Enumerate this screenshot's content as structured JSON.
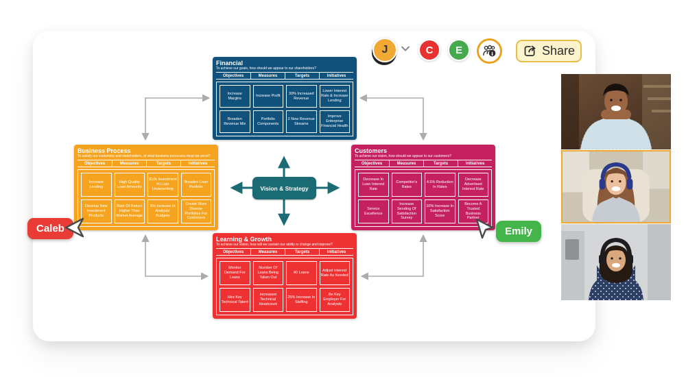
{
  "header": {
    "share_label": "Share",
    "avatars": [
      {
        "initial": "J",
        "color": "#f1a933",
        "has_dropdown": true
      },
      {
        "initial": "C",
        "color": "#e73231",
        "has_dropdown": false
      },
      {
        "initial": "E",
        "color": "#46a94d",
        "has_dropdown": false
      }
    ],
    "observer_icon": "group-info-icon",
    "accent_gold": "#eaa31f"
  },
  "cursors": [
    {
      "name": "Caleb",
      "color": "#e93c36"
    },
    {
      "name": "Emily",
      "color": "#44b54a"
    }
  ],
  "diagram": {
    "center": {
      "label": "Vision & Strategy",
      "color": "#1a6b74"
    },
    "connector_color": "#ababab",
    "quadrants": [
      {
        "id": "financial",
        "title": "Financial",
        "subtitle": "To achieve our goals, how should we appear to our shareholders?",
        "color": "#11527d",
        "columns": [
          "Objectives",
          "Measures",
          "Targets",
          "Initiatives"
        ],
        "rows": [
          [
            "Increase Margins",
            "Increase Profit",
            "30% Increased Revenue",
            "Lower Interest Rate & Increase Lending"
          ],
          [
            "Broaden Revenue Mix",
            "Portfolio Components",
            "2 New Revenue Streams",
            "Improve Enterprise Financial Health"
          ]
        ]
      },
      {
        "id": "business",
        "title": "Business Process",
        "subtitle": "To satisfy our customers and stakeholders, at what business processes must we excel?",
        "color": "#f6a41f",
        "columns": [
          "Objectives",
          "Measures",
          "Targets",
          "Initiatives"
        ],
        "rows": [
          [
            "Increase Lending",
            "High Quality Loan Amounts",
            "$10k Investment In Loan Underwriting",
            "Broaden Loan Portfolio"
          ],
          [
            "Develop New Investment Products",
            "Rate Of Return Higher Than Market Average",
            "5% Increase In Analysts' Budgets",
            "Create More Diverse Portfolios For Customers"
          ]
        ]
      },
      {
        "id": "customers",
        "title": "Customers",
        "subtitle": "To achieve our vision, how should we appear to our customers?",
        "color": "#c52060",
        "columns": [
          "Objectives",
          "Measures",
          "Targets",
          "Initiatives"
        ],
        "rows": [
          [
            "Decrease In Loan Interest Rate",
            "Competitor's Rates",
            "4.5% Reduction In Rates",
            "Decrease Advertised Interest Rate"
          ],
          [
            "Service Excellence",
            "Increase Sending Of Satisfaction Survey",
            "10% Increase In Satisfaction Score",
            "Become A Trusted Business Partner"
          ]
        ]
      },
      {
        "id": "learning",
        "title": "Learning & Growth",
        "subtitle": "To achieve our vision, how will we sustain our ability to change and improve?",
        "color": "#ee3233",
        "columns": [
          "Objectives",
          "Measures",
          "Targets",
          "Initiatives"
        ],
        "rows": [
          [
            "Monitor Demand For Loans",
            "Number Of Loans Being Taken Out",
            "40 Loans",
            "Adjust Interest Rate As Needed"
          ],
          [
            "Hire Key Technical Talent",
            "Increased Technical Headcount",
            "25% Increase In Staffing",
            "Be Key Employer For Analysts"
          ]
        ]
      }
    ]
  },
  "video_call": {
    "participants": [
      {
        "alt": "man smiling in home office",
        "active": false
      },
      {
        "alt": "woman with blue headphones smiling",
        "active": true
      },
      {
        "alt": "woman with black headset in office",
        "active": false
      }
    ],
    "active_border_color": "#f0a832"
  }
}
